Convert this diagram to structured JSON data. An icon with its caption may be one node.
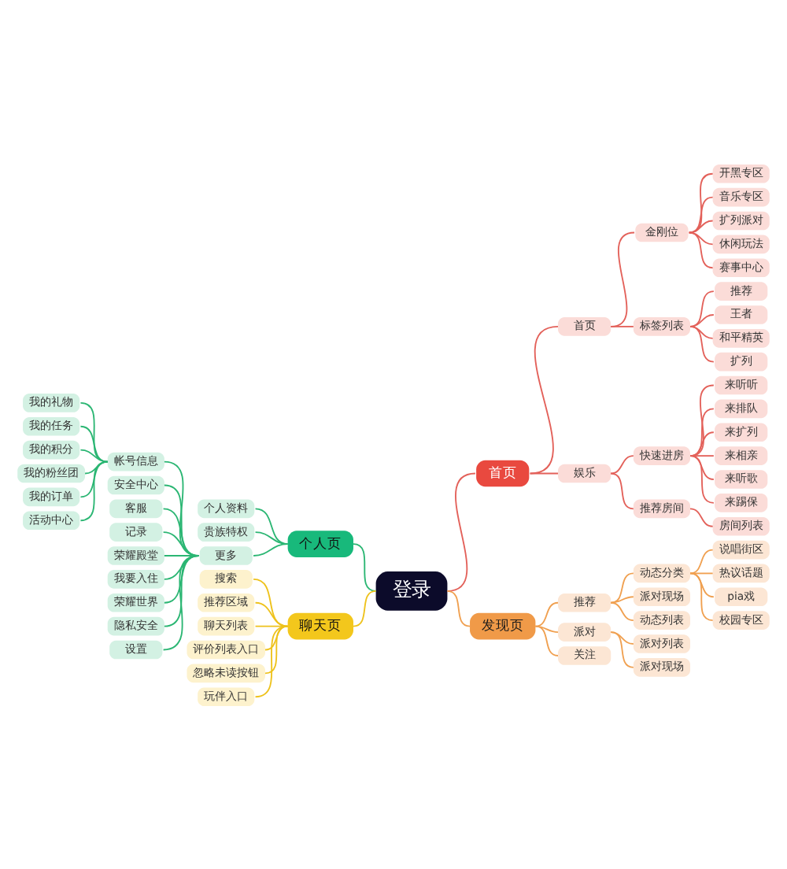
{
  "diagram": {
    "nodes": [
      {
        "text": [
          "登录"
        ]
      },
      {
        "text": [
          "首页"
        ]
      },
      {
        "text": [
          "首页"
        ]
      },
      {
        "text": [
          "金刚位"
        ]
      },
      {
        "text": [
          "开黑专区"
        ]
      },
      {
        "text": [
          "音乐专区"
        ]
      },
      {
        "text": [
          "扩列派对"
        ]
      },
      {
        "text": [
          "休闲玩法"
        ]
      },
      {
        "text": [
          "赛事中心"
        ]
      },
      {
        "text": [
          "标签列表"
        ]
      },
      {
        "text": [
          "推荐"
        ]
      },
      {
        "text": [
          "王者"
        ]
      },
      {
        "text": [
          "和平精英"
        ]
      },
      {
        "text": [
          "扩列"
        ]
      },
      {
        "text": [
          "娱乐"
        ]
      },
      {
        "text": [
          "快速进房"
        ]
      },
      {
        "text": [
          "来听听"
        ]
      },
      {
        "text": [
          "来排队"
        ]
      },
      {
        "text": [
          "来扩列"
        ]
      },
      {
        "text": [
          "来相亲"
        ]
      },
      {
        "text": [
          "来听歌"
        ]
      },
      {
        "text": [
          "来踢保"
        ]
      },
      {
        "text": [
          "推荐房间"
        ]
      },
      {
        "text": [
          "房间列表"
        ]
      },
      {
        "text": [
          "发现页"
        ]
      },
      {
        "text": [
          "推荐"
        ]
      },
      {
        "text": [
          "动态分类"
        ]
      },
      {
        "text": [
          "说唱街区"
        ]
      },
      {
        "text": [
          "热议话题"
        ]
      },
      {
        "text": [
          "pia戏"
        ]
      },
      {
        "text": [
          "校园专区"
        ]
      },
      {
        "text": [
          "派对现场"
        ]
      },
      {
        "text": [
          "动态列表"
        ]
      },
      {
        "text": [
          "派对"
        ]
      },
      {
        "text": [
          "派对列表"
        ]
      },
      {
        "text": [
          "派对现场"
        ]
      },
      {
        "text": [
          "关注"
        ]
      },
      {
        "text": [
          "个人页"
        ]
      },
      {
        "text": [
          "个人资料"
        ]
      },
      {
        "text": [
          "贵族特权"
        ]
      },
      {
        "text": [
          "更多"
        ]
      },
      {
        "text": [
          "帐号信息"
        ]
      },
      {
        "text": [
          "我的礼物"
        ]
      },
      {
        "text": [
          "我的任务"
        ]
      },
      {
        "text": [
          "我的积分"
        ]
      },
      {
        "text": [
          "我的粉丝团"
        ]
      },
      {
        "text": [
          "我的订单"
        ]
      },
      {
        "text": [
          "活动中心"
        ]
      },
      {
        "text": [
          "安全中心"
        ]
      },
      {
        "text": [
          "客服"
        ]
      },
      {
        "text": [
          "记录"
        ]
      },
      {
        "text": [
          "荣耀殿堂"
        ]
      },
      {
        "text": [
          "我要入住"
        ]
      },
      {
        "text": [
          "荣耀世界"
        ]
      },
      {
        "text": [
          "隐私安全"
        ]
      },
      {
        "text": [
          "设置"
        ]
      },
      {
        "text": [
          "聊天页"
        ]
      },
      {
        "text": [
          "搜索"
        ]
      },
      {
        "text": [
          "推荐区域"
        ]
      },
      {
        "text": [
          "聊天列表"
        ]
      },
      {
        "text": [
          "评价列表入口"
        ]
      },
      {
        "text": [
          "忽略未读按钮"
        ]
      },
      {
        "text": [
          "玩伴入口"
        ]
      }
    ],
    "edges": [
      {
        "from": 0,
        "to": 1,
        "arrow": "none"
      },
      {
        "from": 1,
        "to": 2,
        "arrow": "none"
      },
      {
        "from": 2,
        "to": 3,
        "arrow": "none"
      },
      {
        "from": 3,
        "to": 4,
        "arrow": "none"
      },
      {
        "from": 3,
        "to": 5,
        "arrow": "none"
      },
      {
        "from": 3,
        "to": 6,
        "arrow": "none"
      },
      {
        "from": 3,
        "to": 7,
        "arrow": "none"
      },
      {
        "from": 3,
        "to": 8,
        "arrow": "none"
      },
      {
        "from": 2,
        "to": 9,
        "arrow": "none"
      },
      {
        "from": 9,
        "to": 10,
        "arrow": "none"
      },
      {
        "from": 9,
        "to": 11,
        "arrow": "none"
      },
      {
        "from": 9,
        "to": 12,
        "arrow": "none"
      },
      {
        "from": 9,
        "to": 13,
        "arrow": "none"
      },
      {
        "from": 1,
        "to": 14,
        "arrow": "none"
      },
      {
        "from": 14,
        "to": 15,
        "arrow": "none"
      },
      {
        "from": 15,
        "to": 16,
        "arrow": "none"
      },
      {
        "from": 15,
        "to": 17,
        "arrow": "none"
      },
      {
        "from": 15,
        "to": 18,
        "arrow": "none"
      },
      {
        "from": 15,
        "to": 19,
        "arrow": "none"
      },
      {
        "from": 15,
        "to": 20,
        "arrow": "none"
      },
      {
        "from": 15,
        "to": 21,
        "arrow": "none"
      },
      {
        "from": 14,
        "to": 22,
        "arrow": "none"
      },
      {
        "from": 22,
        "to": 23,
        "arrow": "none"
      },
      {
        "from": 0,
        "to": 24,
        "arrow": "none",
        "color": "#f0a050"
      },
      {
        "from": 24,
        "to": 25,
        "arrow": "none",
        "color": "#f0a050"
      },
      {
        "from": 25,
        "to": 26,
        "arrow": "none",
        "color": "#f0a050"
      },
      {
        "from": 26,
        "to": 27,
        "arrow": "none",
        "color": "#f0a050"
      },
      {
        "from": 26,
        "to": 28,
        "arrow": "none",
        "color": "#f0a050"
      },
      {
        "from": 26,
        "to": 29,
        "arrow": "none",
        "color": "#f0a050"
      },
      {
        "from": 26,
        "to": 30,
        "arrow": "none",
        "color": "#f0a050"
      },
      {
        "from": 25,
        "to": 31,
        "arrow": "none",
        "color": "#f0a050"
      },
      {
        "from": 25,
        "to": 32,
        "arrow": "none",
        "color": "#f0a050"
      },
      {
        "from": 24,
        "to": 33,
        "arrow": "none",
        "color": "#f0a050"
      },
      {
        "from": 33,
        "to": 34,
        "arrow": "none",
        "color": "#f0a050"
      },
      {
        "from": 33,
        "to": 35,
        "arrow": "none",
        "color": "#f0a050"
      },
      {
        "from": 24,
        "to": 36,
        "arrow": "none",
        "color": "#f0a050"
      },
      {
        "from": 0,
        "to": 37,
        "arrow": "none",
        "color": "#2bb673"
      },
      {
        "from": 37,
        "to": 38,
        "arrow": "none",
        "color": "#2bb673"
      },
      {
        "from": 37,
        "to": 39,
        "arrow": "none",
        "color": "#2bb673"
      },
      {
        "from": 37,
        "to": 40,
        "arrow": "none",
        "color": "#2bb673"
      },
      {
        "from": 40,
        "to": 41,
        "arrow": "none",
        "color": "#2bb673"
      },
      {
        "from": 41,
        "to": 42,
        "arrow": "none",
        "color": "#2bb673"
      },
      {
        "from": 41,
        "to": 43,
        "arrow": "none",
        "color": "#2bb673"
      },
      {
        "from": 41,
        "to": 44,
        "arrow": "none",
        "color": "#2bb673"
      },
      {
        "from": 41,
        "to": 45,
        "arrow": "none",
        "color": "#2bb673"
      },
      {
        "from": 41,
        "to": 46,
        "arrow": "none",
        "color": "#2bb673"
      },
      {
        "from": 41,
        "to": 47,
        "arrow": "none",
        "color": "#2bb673"
      },
      {
        "from": 40,
        "to": 48,
        "arrow": "none",
        "color": "#2bb673"
      },
      {
        "from": 40,
        "to": 49,
        "arrow": "none",
        "color": "#2bb673"
      },
      {
        "from": 40,
        "to": 50,
        "arrow": "none",
        "color": "#2bb673"
      },
      {
        "from": 40,
        "to": 51,
        "arrow": "none",
        "color": "#2bb673"
      },
      {
        "from": 40,
        "to": 52,
        "arrow": "none",
        "color": "#2bb673"
      },
      {
        "from": 40,
        "to": 53,
        "arrow": "none",
        "color": "#2bb673"
      },
      {
        "from": 40,
        "to": 54,
        "arrow": "none",
        "color": "#2bb673"
      },
      {
        "from": 40,
        "to": 55,
        "arrow": "none",
        "color": "#2bb673"
      },
      {
        "from": 0,
        "to": 56,
        "arrow": "none",
        "color": "#eec21c"
      },
      {
        "from": 56,
        "to": 57,
        "arrow": "none",
        "color": "#eec21c"
      },
      {
        "from": 56,
        "to": 58,
        "arrow": "none",
        "color": "#eec21c"
      },
      {
        "from": 56,
        "to": 59,
        "arrow": "none",
        "color": "#eec21c"
      },
      {
        "from": 56,
        "to": 60,
        "arrow": "none",
        "color": "#eec21c"
      },
      {
        "from": 56,
        "to": 61,
        "arrow": "none",
        "color": "#eec21c"
      },
      {
        "from": 56,
        "to": 62,
        "arrow": "none",
        "color": "#eec21c"
      }
    ]
  }
}
